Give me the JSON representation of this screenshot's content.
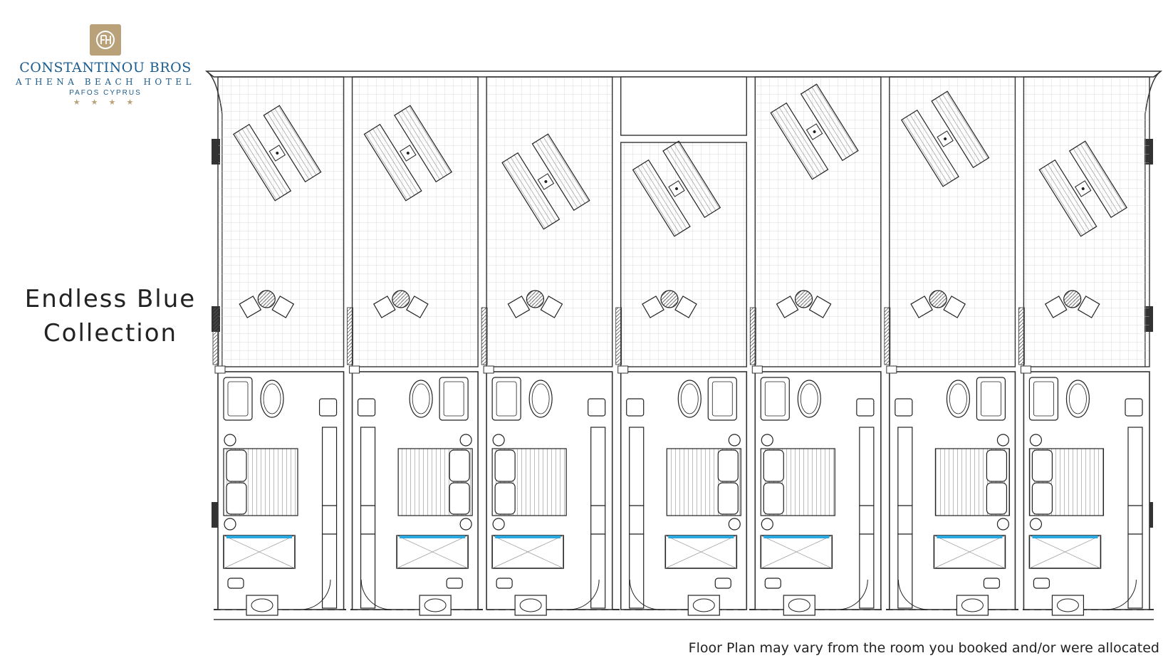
{
  "logo": {
    "brand": "CONSTANTINOU BROS",
    "hotel": "ATHENA BEACH HOTEL",
    "location": "PAFOS CYPRUS",
    "stars": "★ ★ ★ ★",
    "gold_color": "#b9a27a",
    "blue_color": "#1c5c8e"
  },
  "collection_title": {
    "line1": "Endless Blue",
    "line2": "Collection"
  },
  "disclaimer": "Floor Plan may vary from the room you booked and/or were allocated",
  "floor_plan": {
    "room_count": 7,
    "rooms": [
      {
        "id": 1,
        "mirrored": false,
        "loungers": 2
      },
      {
        "id": 2,
        "mirrored": true,
        "loungers": 2
      },
      {
        "id": 3,
        "mirrored": false,
        "loungers": 2
      },
      {
        "id": 4,
        "mirrored": true,
        "loungers": 2
      },
      {
        "id": 5,
        "mirrored": false,
        "loungers": 2
      },
      {
        "id": 6,
        "mirrored": true,
        "loungers": 2
      },
      {
        "id": 7,
        "mirrored": false,
        "loungers": 2
      }
    ],
    "line_color": "#333333",
    "glass_color": "#29a8e0"
  }
}
